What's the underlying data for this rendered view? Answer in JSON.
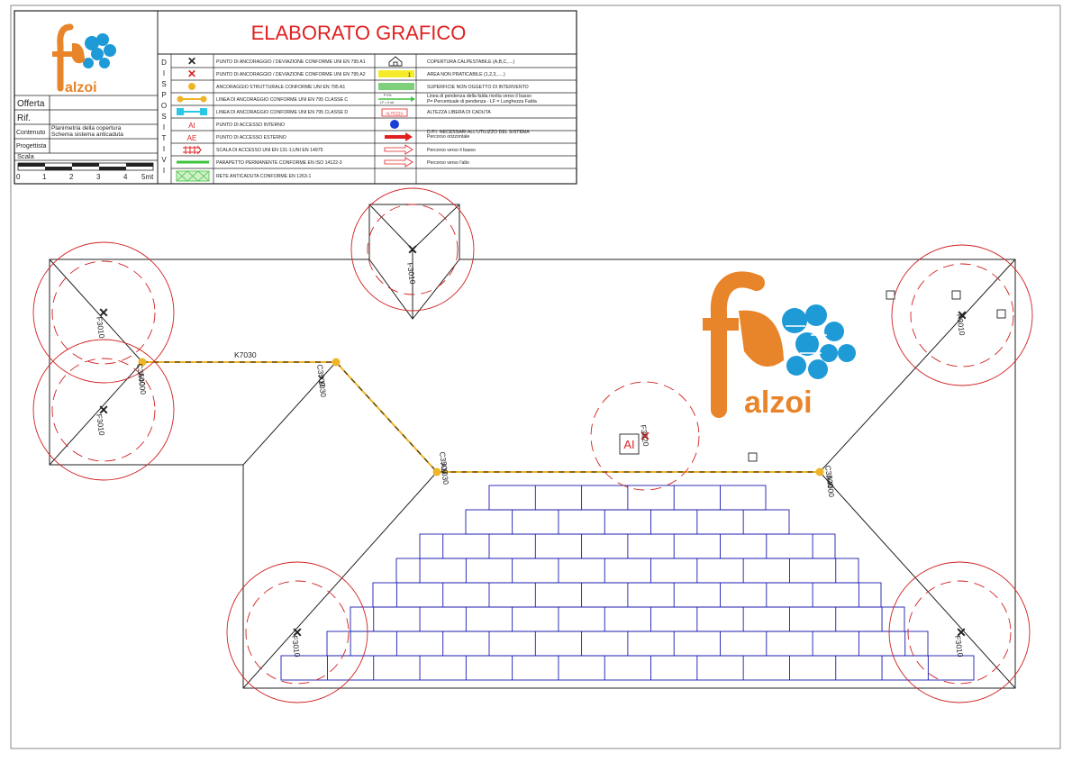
{
  "title_block": {
    "logo": {
      "letter": "f",
      "text": "alzoi",
      "orange": "#E8842A",
      "blue": "#1E9AD6"
    },
    "fields": [
      "Offerta",
      "Rif.",
      "Contenuto",
      "Progettista",
      "Scala"
    ],
    "contenuto_value_line1": "Planimetria della copertura",
    "contenuto_value_line2": "Schema sistema anticaduta",
    "scale_ticks": [
      "0",
      "1",
      "2",
      "3",
      "4",
      "5mt"
    ]
  },
  "legend": {
    "heading": "ELABORATO GRAFICO",
    "heading_color": "#E02020",
    "vertical_label": [
      "D",
      "I",
      "S",
      "P",
      "O",
      "S",
      "I",
      "T",
      "I",
      "V",
      "I"
    ],
    "left_items": [
      "PUNTO DI ANCORAGGIO / DEVIAZIONE CONFORME UNI EN 795 A1",
      "PUNTO DI ANCORAGGIO / DEVIAZIONE CONFORME UNI EN 795 A2",
      "ANCORAGGIO STRUTTURALE CONFORME UNI EN 795 A1",
      "LINEA DI ANCORAGGIO CONFORME UNI EN 795 CLASSE C",
      "LINEA DI ANCORAGGIO CONFORME UNI EN 795 CLASSE D",
      "PUNTO DI ACCESSO INTERNO",
      "PUNTO DI ACCESSO ESTERNO",
      "SCALA DI ACCESSO  UNI EN 131-1;UNI EN 14975",
      "PARAPETTO PERMANENTE CONFORME EN ISO 14122-3",
      "RETE ANTICADUTA CONFORME EN 1263-1"
    ],
    "ai_symbol": "AI",
    "ae_symbol": "AE",
    "altezza_symbol": "ALTEZZA",
    "slope_symbol_top": "P 0%",
    "slope_symbol_bottom": "LF = 0 mt",
    "area_number_symbol": "1",
    "right_items": [
      "COPERTURA  CALPESTABILE (A,B,C,....)",
      "AREA NON PRATICABILE (1,2,3,.....)",
      "SUPERFICIE NON OGGETTO DI INTERVENTO",
      "Linea di pendenza della falda rivolta verso il basso",
      "P= Percentuale di pendenza - LF = Lunghezza Falda",
      "ALTEZZA LIBERA DI CADUTA",
      "D.P.I. NECESSARI ALL'UTILIZZO DEL SISTEMA",
      "Percorso orizzontale",
      "Percorso verso il basso",
      "Percorso verso l'alto"
    ]
  },
  "plan": {
    "labels": {
      "f3010": "F3010",
      "f3020": "F3020",
      "k7030": "K7030",
      "c3500": "C3500",
      "a4000": "A4000",
      "a1030": "A1030",
      "ai": "AI"
    },
    "colors": {
      "line": "#222222",
      "circle": "#D02020",
      "anchor_line": "#F0B428",
      "tiles": "#1A1AB0"
    }
  }
}
